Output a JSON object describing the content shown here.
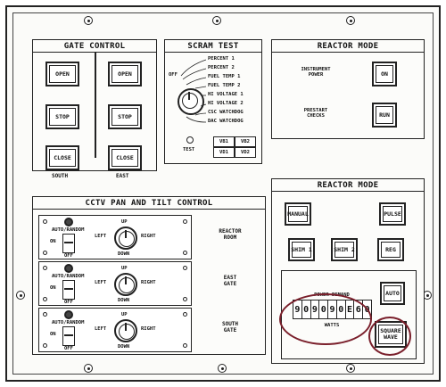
{
  "gate_control": {
    "title": "GATE CONTROL",
    "south_open": "OPEN",
    "south_stop": "STOP",
    "south_close": "CLOSE",
    "east_open": "OPEN",
    "east_stop": "STOP",
    "east_close": "CLOSE",
    "south_label": "SOUTH",
    "east_label": "EAST"
  },
  "scram_test": {
    "title": "SCRAM TEST",
    "off_label": "OFF",
    "items": [
      "PERCENT 1",
      "PERCENT 2",
      "FUEL TEMP 1",
      "FUEL TEMP 2",
      "HI VOLTAGE 1",
      "HI VOLTAGE 2",
      "CSC WATCHDOG",
      "DAC WATCHDOG"
    ],
    "test_label": "TEST",
    "vb": [
      "VB1",
      "VB2",
      "VD1",
      "VD2"
    ]
  },
  "reactor_mode_top": {
    "title": "REACTOR MODE",
    "instrument_power": "INSTRUMENT\nPOWER",
    "on_button": "ON",
    "prestart_checks": "PRESTART\nCHECKS",
    "run_button": "RUN"
  },
  "cctv": {
    "title": "CCTV PAN AND TILT CONTROL",
    "rows": [
      {
        "location": "REACTOR\nROOM",
        "auto_random": "AUTO/RANDOM",
        "on": "ON",
        "off": "OFF",
        "up": "UP",
        "down": "DOWN",
        "left": "LEFT",
        "right": "RIGHT"
      },
      {
        "location": "EAST\nGATE",
        "auto_random": "AUTO/RANDOM",
        "on": "ON",
        "off": "OFF",
        "up": "UP",
        "down": "DOWN",
        "left": "LEFT",
        "right": "RIGHT"
      },
      {
        "location": "SOUTH\nGATE",
        "auto_random": "AUTO/RANDOM",
        "on": "ON",
        "off": "OFF",
        "up": "UP",
        "down": "DOWN",
        "left": "LEFT",
        "right": "RIGHT"
      }
    ]
  },
  "reactor_mode_bottom": {
    "title": "REACTOR MODE",
    "manual": "MANUAL",
    "pulse": "PULSE",
    "shim1": "SHIM 1",
    "shim2": "SHIM 2",
    "reg": "REG",
    "auto": "AUTO",
    "power_demand": "POWER DEMAND",
    "digits": [
      "9",
      "0",
      "9",
      "0",
      "9",
      "0",
      "E",
      "6",
      "0"
    ],
    "watts": "WATTS",
    "square_wave": "SQUARE\nWAVE"
  },
  "colors": {
    "highlight": "#7a1f2b",
    "ink": "#222222"
  }
}
